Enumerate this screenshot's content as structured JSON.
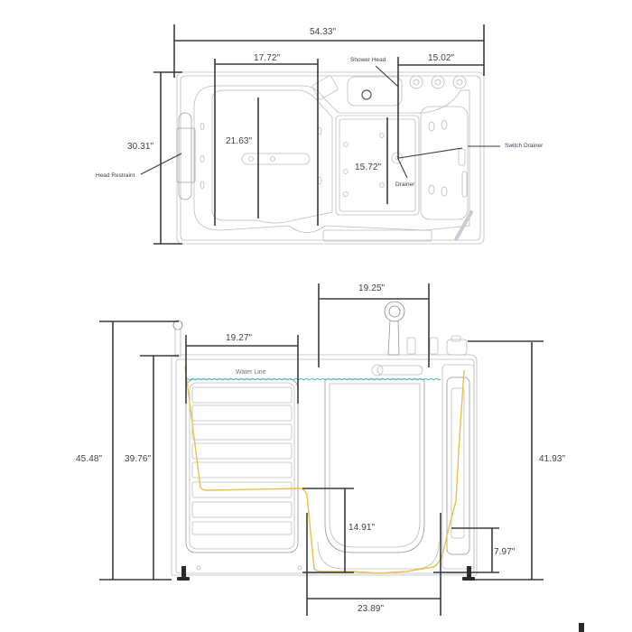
{
  "top_view": {
    "overall_width": "54.33\"",
    "depth": "30.31\"",
    "seat_width": "17.72\"",
    "seat_depth": "21.63\"",
    "foot_well_width": "15.02\"",
    "foot_well_depth": "15.72\"",
    "callouts": {
      "shower_head": "Shower  Head",
      "head_restraint": "Head Restraint",
      "drainer": "Drainer",
      "switch_drainer": "Switch Drainer"
    }
  },
  "front_view": {
    "door_width": "19.25\"",
    "seat_front_width": "19.27\"",
    "overall_height": "45.48\"",
    "rim_height": "39.76\"",
    "right_height": "41.93\"",
    "step_height": "14.91\"",
    "step_in_height": "7.97\"",
    "bottom_width": "23.89\"",
    "water_line": "Water Line"
  },
  "colors": {
    "dimension_line": "#3a3a3a",
    "outline": "#b8bcc2",
    "water_line": "#4fb6c6",
    "profile_line": "#e8c04a",
    "label_text": "#3a3f4a"
  }
}
